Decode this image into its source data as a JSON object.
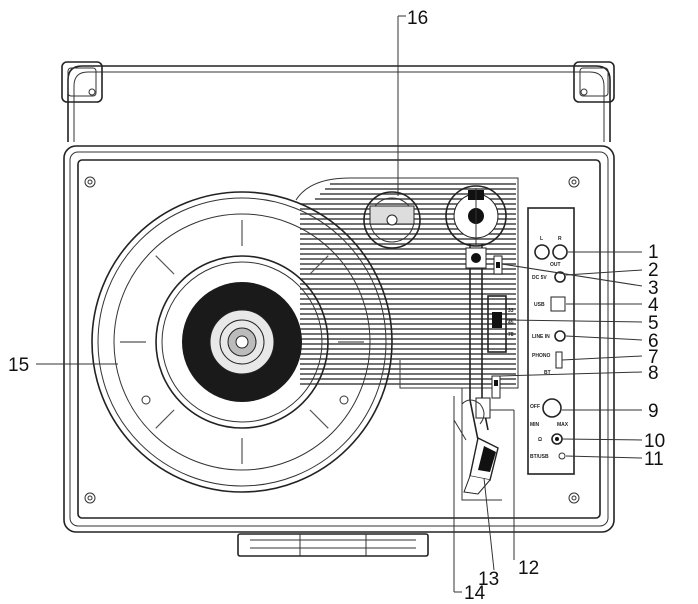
{
  "callouts": [
    {
      "n": "1",
      "name": "callout-1"
    },
    {
      "n": "2",
      "name": "callout-2"
    },
    {
      "n": "3",
      "name": "callout-3"
    },
    {
      "n": "4",
      "name": "callout-4"
    },
    {
      "n": "5",
      "name": "callout-5"
    },
    {
      "n": "6",
      "name": "callout-6"
    },
    {
      "n": "7",
      "name": "callout-7"
    },
    {
      "n": "8",
      "name": "callout-8"
    },
    {
      "n": "9",
      "name": "callout-9"
    },
    {
      "n": "10",
      "name": "callout-10"
    },
    {
      "n": "11",
      "name": "callout-11"
    },
    {
      "n": "12",
      "name": "callout-12"
    },
    {
      "n": "13",
      "name": "callout-13"
    },
    {
      "n": "14",
      "name": "callout-14"
    },
    {
      "n": "15",
      "name": "callout-15"
    },
    {
      "n": "16",
      "name": "callout-16"
    }
  ],
  "panel_labels": {
    "l": "L",
    "r": "R",
    "out": "OUT",
    "dc5v": "DC 5V",
    "usb": "USB",
    "line_in": "LINE IN",
    "phono": "PHONO",
    "bt": "BT",
    "off": "OFF",
    "min": "MIN",
    "max": "MAX",
    "headphone": "Ω",
    "bt_led": "BT/USB",
    "speed_33": "33",
    "speed_45": "45",
    "speed_78": "78"
  }
}
